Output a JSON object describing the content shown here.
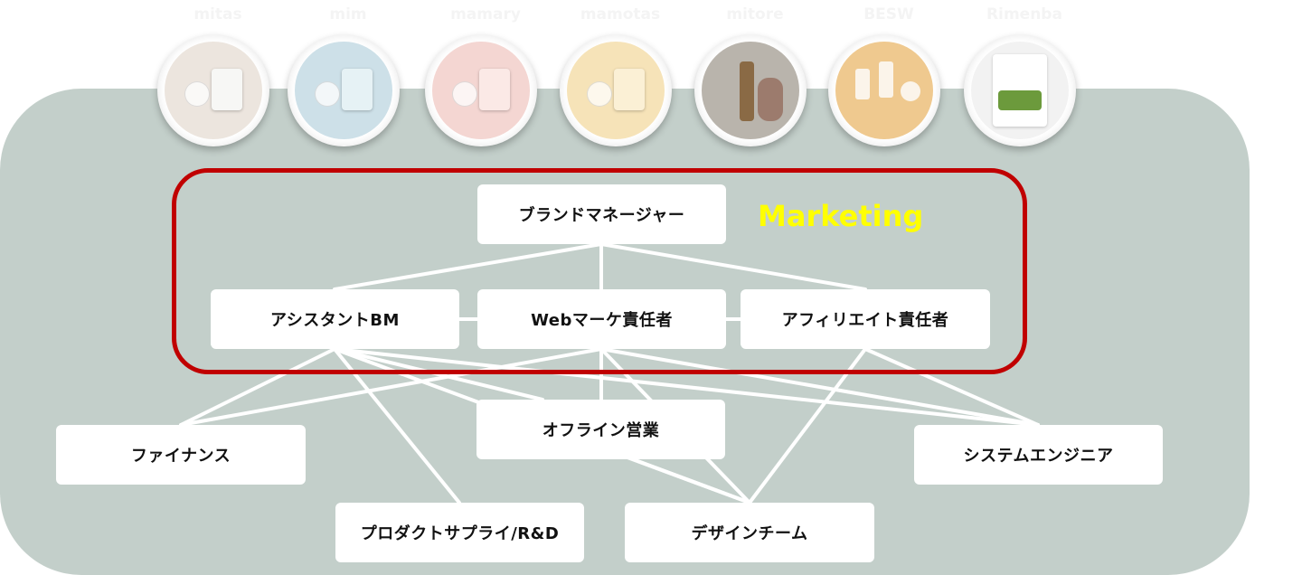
{
  "brands": [
    {
      "label": "mitas",
      "image": "mitas-product-photo"
    },
    {
      "label": "mim",
      "image": "mim-product-photo"
    },
    {
      "label": "mamary",
      "image": "mamary-product-photo"
    },
    {
      "label": "mamotas",
      "image": "mamotas-product-photo"
    },
    {
      "label": "mitore",
      "image": "serum-bottle-photo"
    },
    {
      "label": "BESW",
      "image": "skincare-set-photo"
    },
    {
      "label": "Rimenba",
      "image": "rimenba-package-photo"
    }
  ],
  "marketing_label": "Marketing",
  "nodes": {
    "brand_manager": "ブランドマネージャー",
    "assistant_bm": "アシスタントBM",
    "web_marketing": "Webマーケ責任者",
    "affiliate": "アフィリエイト責任者",
    "finance": "ファイナンス",
    "offline_sales": "オフライン営業",
    "system_engineer": "システムエンジニア",
    "product_supply": "プロダクトサプライ/R&D",
    "design_team": "デザインチーム"
  },
  "colors": {
    "panel": "#c3cfca",
    "frame": "#c00000",
    "marketing_text": "#ffff00",
    "connector": "#ffffff"
  }
}
